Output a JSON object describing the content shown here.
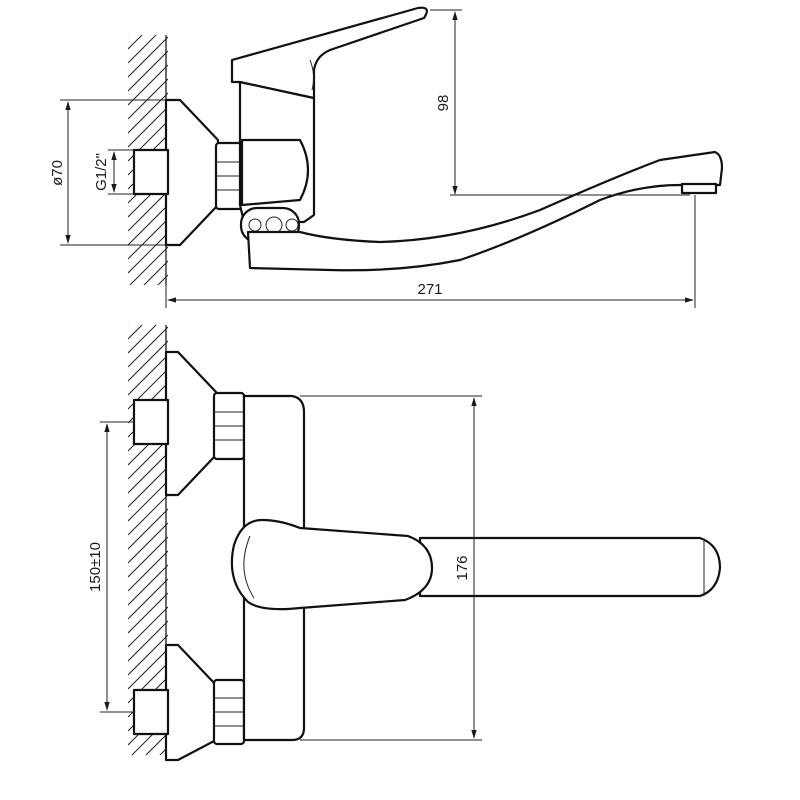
{
  "dimensions": {
    "height_98": "98",
    "diameter_70": "ø70",
    "thread": "G1/2\"",
    "length_271": "271",
    "spacing_150": "150±10",
    "height_176": "176"
  },
  "colors": {
    "line": "#1a1a1a",
    "background": "#ffffff"
  }
}
